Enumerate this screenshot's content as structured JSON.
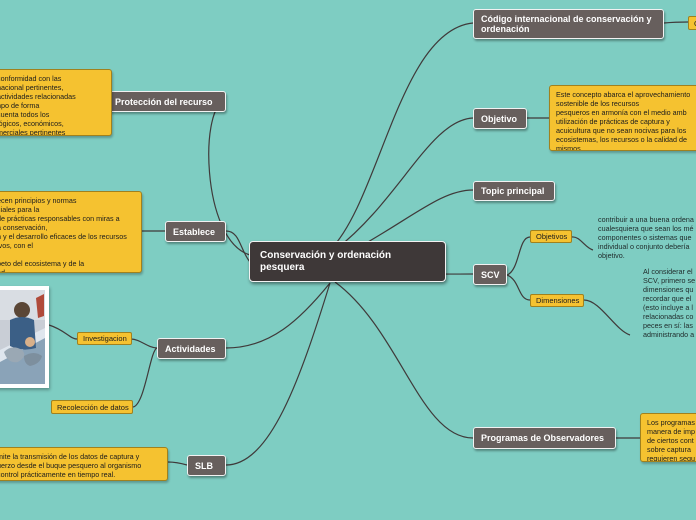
{
  "central": {
    "title": "Conservación y ordenación pesquera"
  },
  "branches": {
    "proteccion": {
      "label": "Protección del recurso",
      "note": "conformidad con las\nnacional pertinentes,\nactividades relacionadas\nnpo de forma\ncuenta todos los\nlógicos, económicos,\nmerciales pertinentes"
    },
    "establece": {
      "label": "Establece",
      "note": "ecen principios y normas\nciales para la\nde prácticas responsables con miras a\na conservación,\nn y el desarrollo eficaces de los recursos\nivos, con el\n\npeto del ecosistema y de la\nad."
    },
    "actividades": {
      "label": "Actividades",
      "investigacion": "Investigacion",
      "recoleccion": "Recolección de datos"
    },
    "slb": {
      "label": "SLB",
      "note": "mite la transmisión de los datos de captura y\nuerzo desde el buque pesquero al organismo\ncontrol prácticamente en tiempo real."
    },
    "codigo": {
      "label": "Código internacional de conservación y ordenación",
      "child": "C"
    },
    "objetivo": {
      "label": "Objetivo",
      "note": "Este concepto abarca el aprovechamiento\nsostenible de los recursos\npesqueros en armonía con el medio amb\nutilización de prácticas de captura y\nacuicultura que no sean nocivas para los\necosistemas, los recursos o la calidad de\nmismos."
    },
    "topic": {
      "label": "Topic principal"
    },
    "scv": {
      "label": "SCV",
      "objetivos": {
        "label": "Objetivos",
        "text": "contribuir a una buena ordena\ncualesquiera que sean los mé\ncomponentes o sistemas que\nindividual o conjunto debería\nobjetivo."
      },
      "dimensiones": {
        "label": "Dimensiones",
        "text": "Al considerar el\nSCV, primero se\ndimensiones qu\nrecordar que el\n(esto incluye a l\nrelacionadas co\npeces en sí: las\nadministrando a"
      }
    },
    "programas": {
      "label": "Programas de Observadores",
      "note": "Los programas\nmanera de imp\nde ciertos cont\nsobre captura\nrequieren segu"
    }
  },
  "colors": {
    "background": "#7ecdc2",
    "topic_fill": "#675f5d",
    "central_fill": "#3e3838",
    "note_fill": "#f5c230",
    "link": "#3f3a3a"
  },
  "icons": {
    "photo": "fishermen-photo"
  }
}
